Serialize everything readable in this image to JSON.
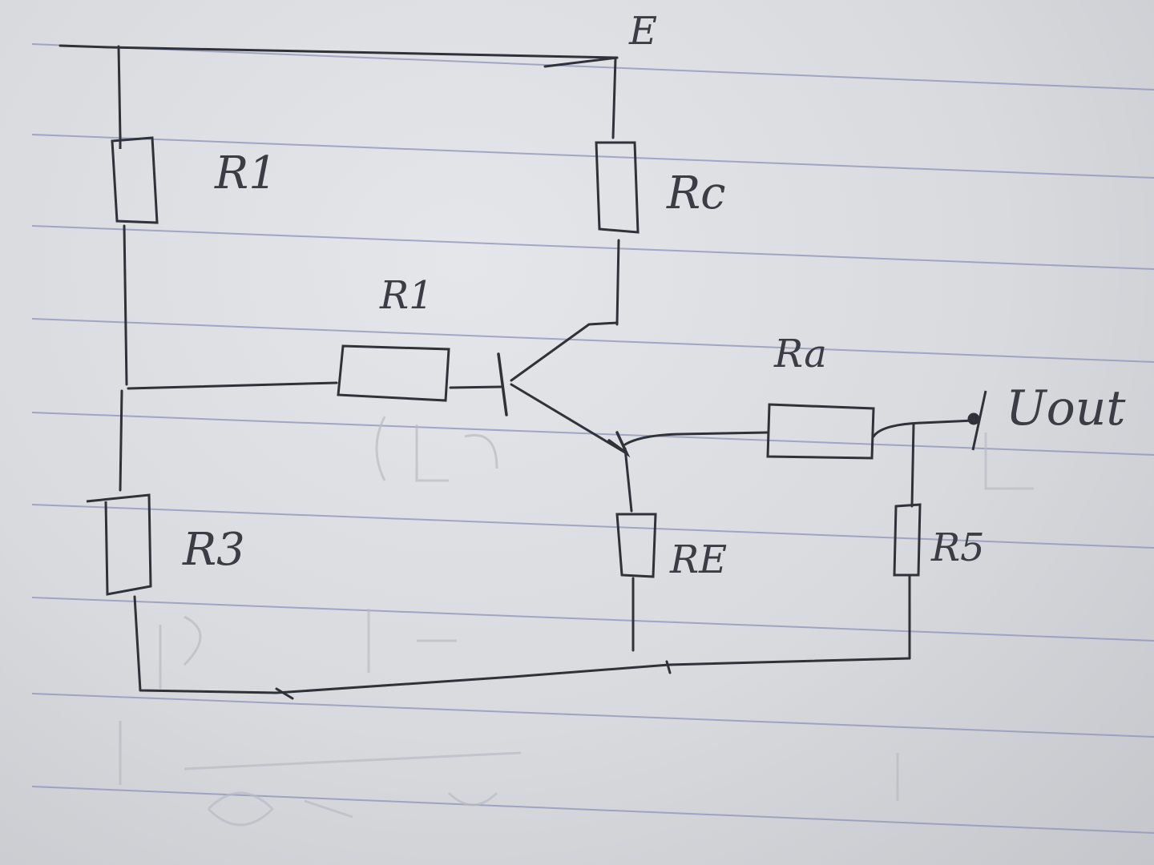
{
  "labels": {
    "supply": "E",
    "r_top_left": "R1",
    "r_top_right": "Rc",
    "r_base": "R1",
    "r_bottom_left": "R3",
    "r_emitter": "RE",
    "r_series_out": "Ra",
    "r_out_shunt": "R5",
    "output": "Uout"
  },
  "colors": {
    "paper": "#dcdee2",
    "rule_line": "#8c93b8",
    "ink": "#2f3238",
    "faded_ink": "#b9bcc3"
  }
}
